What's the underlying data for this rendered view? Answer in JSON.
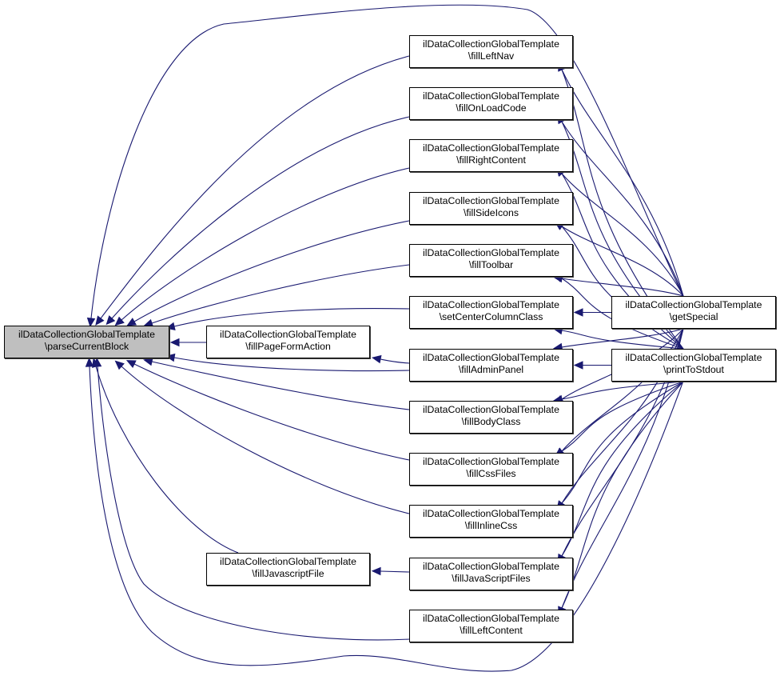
{
  "graph": {
    "type": "call-graph",
    "edge_color": "#191970",
    "root_fill": "#bfbfbf",
    "node_fill": "#ffffff",
    "nodes": [
      {
        "id": "parseCurrentBlock",
        "class": "ilDataCollectionGlobalTemplate",
        "method": "\\parseCurrentBlock",
        "root": true
      },
      {
        "id": "fillPageFormAction",
        "class": "ilDataCollectionGlobalTemplate",
        "method": "\\fillPageFormAction"
      },
      {
        "id": "fillJavascriptFile",
        "class": "ilDataCollectionGlobalTemplate",
        "method": "\\fillJavascriptFile"
      },
      {
        "id": "fillLeftNav",
        "class": "ilDataCollectionGlobalTemplate",
        "method": "\\fillLeftNav"
      },
      {
        "id": "fillOnLoadCode",
        "class": "ilDataCollectionGlobalTemplate",
        "method": "\\fillOnLoadCode"
      },
      {
        "id": "fillRightContent",
        "class": "ilDataCollectionGlobalTemplate",
        "method": "\\fillRightContent"
      },
      {
        "id": "fillSideIcons",
        "class": "ilDataCollectionGlobalTemplate",
        "method": "\\fillSideIcons"
      },
      {
        "id": "fillToolbar",
        "class": "ilDataCollectionGlobalTemplate",
        "method": "\\fillToolbar"
      },
      {
        "id": "setCenterColumnClass",
        "class": "ilDataCollectionGlobalTemplate",
        "method": "\\setCenterColumnClass"
      },
      {
        "id": "fillAdminPanel",
        "class": "ilDataCollectionGlobalTemplate",
        "method": "\\fillAdminPanel"
      },
      {
        "id": "fillBodyClass",
        "class": "ilDataCollectionGlobalTemplate",
        "method": "\\fillBodyClass"
      },
      {
        "id": "fillCssFiles",
        "class": "ilDataCollectionGlobalTemplate",
        "method": "\\fillCssFiles"
      },
      {
        "id": "fillInlineCss",
        "class": "ilDataCollectionGlobalTemplate",
        "method": "\\fillInlineCss"
      },
      {
        "id": "fillJavaScriptFiles",
        "class": "ilDataCollectionGlobalTemplate",
        "method": "\\fillJavaScriptFiles"
      },
      {
        "id": "fillLeftContent",
        "class": "ilDataCollectionGlobalTemplate",
        "method": "\\fillLeftContent"
      },
      {
        "id": "getSpecial",
        "class": "ilDataCollectionGlobalTemplate",
        "method": "\\getSpecial"
      },
      {
        "id": "printToStdout",
        "class": "ilDataCollectionGlobalTemplate",
        "method": "\\printToStdout"
      }
    ],
    "edges": [
      {
        "from": "fillPageFormAction",
        "to": "parseCurrentBlock"
      },
      {
        "from": "fillJavascriptFile",
        "to": "parseCurrentBlock"
      },
      {
        "from": "fillLeftNav",
        "to": "parseCurrentBlock"
      },
      {
        "from": "fillOnLoadCode",
        "to": "parseCurrentBlock"
      },
      {
        "from": "fillRightContent",
        "to": "parseCurrentBlock"
      },
      {
        "from": "fillSideIcons",
        "to": "parseCurrentBlock"
      },
      {
        "from": "fillToolbar",
        "to": "parseCurrentBlock"
      },
      {
        "from": "setCenterColumnClass",
        "to": "parseCurrentBlock"
      },
      {
        "from": "fillAdminPanel",
        "to": "parseCurrentBlock"
      },
      {
        "from": "fillBodyClass",
        "to": "parseCurrentBlock"
      },
      {
        "from": "fillCssFiles",
        "to": "parseCurrentBlock"
      },
      {
        "from": "fillInlineCss",
        "to": "parseCurrentBlock"
      },
      {
        "from": "fillLeftContent",
        "to": "parseCurrentBlock"
      },
      {
        "from": "getSpecial",
        "to": "parseCurrentBlock"
      },
      {
        "from": "printToStdout",
        "to": "parseCurrentBlock"
      },
      {
        "from": "fillAdminPanel",
        "to": "fillPageFormAction"
      },
      {
        "from": "fillJavaScriptFiles",
        "to": "fillJavascriptFile"
      },
      {
        "from": "getSpecial",
        "to": "fillLeftNav"
      },
      {
        "from": "printToStdout",
        "to": "fillLeftNav"
      },
      {
        "from": "getSpecial",
        "to": "fillOnLoadCode"
      },
      {
        "from": "printToStdout",
        "to": "fillOnLoadCode"
      },
      {
        "from": "getSpecial",
        "to": "fillRightContent"
      },
      {
        "from": "printToStdout",
        "to": "fillRightContent"
      },
      {
        "from": "getSpecial",
        "to": "fillSideIcons"
      },
      {
        "from": "printToStdout",
        "to": "fillSideIcons"
      },
      {
        "from": "getSpecial",
        "to": "fillToolbar"
      },
      {
        "from": "printToStdout",
        "to": "fillToolbar"
      },
      {
        "from": "getSpecial",
        "to": "setCenterColumnClass"
      },
      {
        "from": "printToStdout",
        "to": "setCenterColumnClass"
      },
      {
        "from": "getSpecial",
        "to": "fillAdminPanel"
      },
      {
        "from": "printToStdout",
        "to": "fillAdminPanel"
      },
      {
        "from": "getSpecial",
        "to": "fillBodyClass"
      },
      {
        "from": "printToStdout",
        "to": "fillBodyClass"
      },
      {
        "from": "getSpecial",
        "to": "fillCssFiles"
      },
      {
        "from": "printToStdout",
        "to": "fillCssFiles"
      },
      {
        "from": "getSpecial",
        "to": "fillInlineCss"
      },
      {
        "from": "printToStdout",
        "to": "fillInlineCss"
      },
      {
        "from": "getSpecial",
        "to": "fillJavaScriptFiles"
      },
      {
        "from": "printToStdout",
        "to": "fillJavaScriptFiles"
      },
      {
        "from": "getSpecial",
        "to": "fillLeftContent"
      },
      {
        "from": "printToStdout",
        "to": "fillLeftContent"
      }
    ]
  }
}
